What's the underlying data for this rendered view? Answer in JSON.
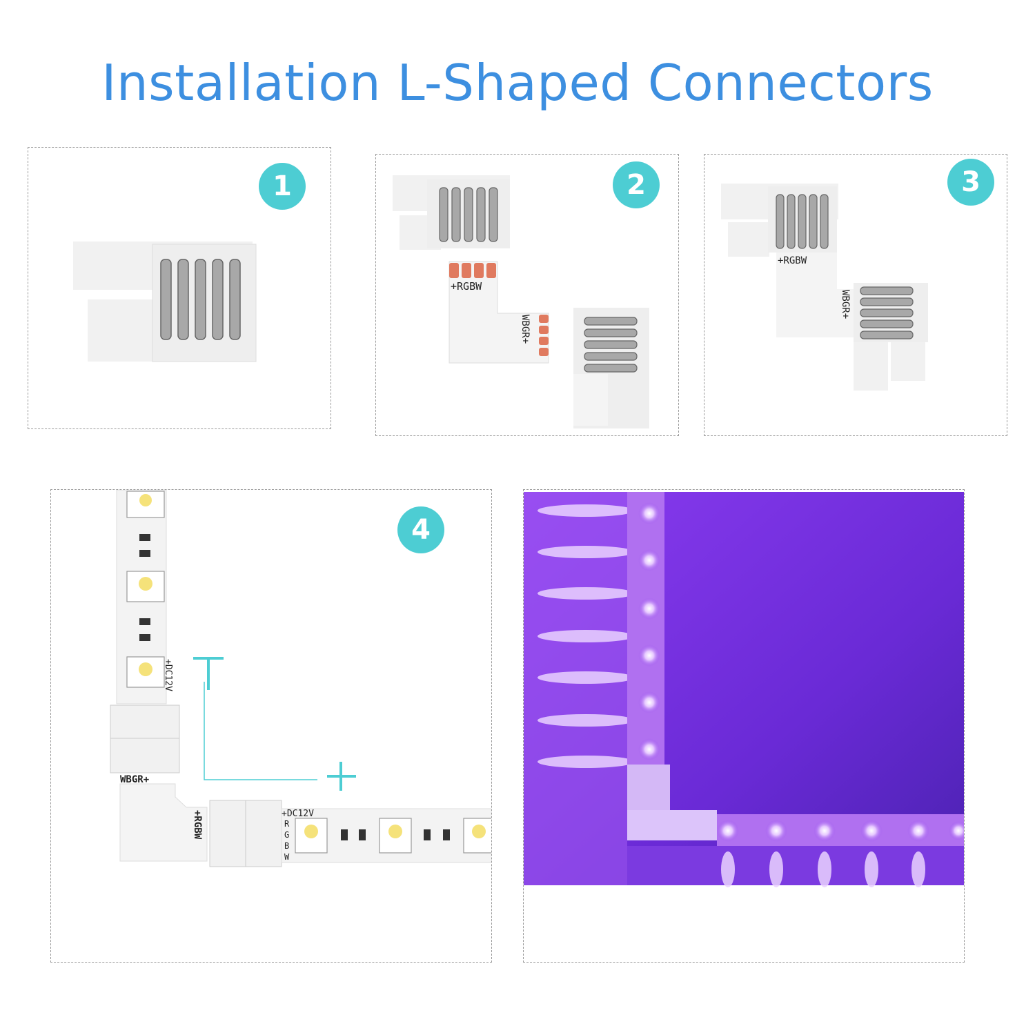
{
  "title": "Installation L-Shaped Connectors",
  "steps": [
    {
      "number": "1"
    },
    {
      "number": "2"
    },
    {
      "number": "3"
    },
    {
      "number": "4"
    }
  ],
  "pin_labels": {
    "horizontal": "+RGBW",
    "vertical": "WBGR+",
    "strip_voltage": "+DC12V",
    "strip_pins": [
      "R",
      "G",
      "B",
      "W"
    ]
  },
  "colors": {
    "title": "#3d8fe0",
    "badge": "#4dcdd3",
    "guide_line": "#4dcdd3",
    "led_glow": "#7a32e8"
  },
  "icons": [
    "plus-icon",
    "plus-icon"
  ]
}
